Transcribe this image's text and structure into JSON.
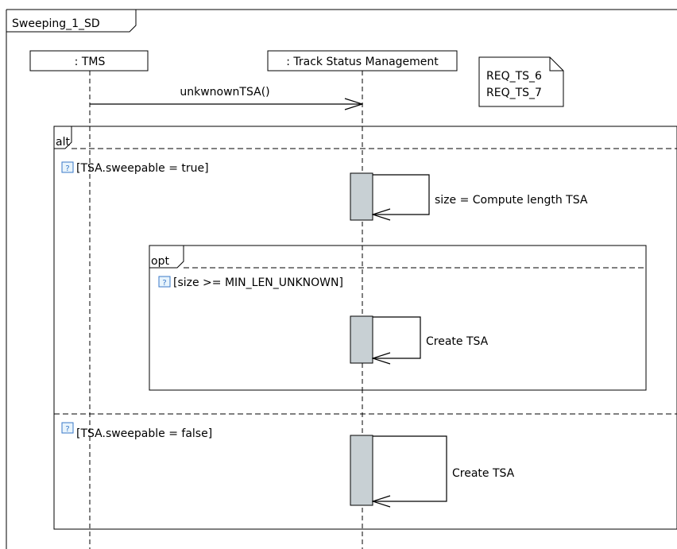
{
  "frame": {
    "title": "Sweeping_1_SD"
  },
  "lifelines": [
    {
      "label": ": TMS"
    },
    {
      "label": ": Track Status Management"
    }
  ],
  "note": {
    "lines": [
      "REQ_TS_6",
      "REQ_TS_7"
    ]
  },
  "message": {
    "label": "unkwnownTSA()"
  },
  "alt": {
    "keyword": "alt",
    "guard1": "[TSA.sweepable = true]",
    "self1_label": "size = Compute length TSA",
    "guard2": "[TSA.sweepable = false]",
    "self3_label": "Create TSA"
  },
  "opt": {
    "keyword": "opt",
    "guard": "[size >= MIN_LEN_UNKNOWN]",
    "self2_label": "Create TSA"
  },
  "colors": {
    "line": "#000000",
    "activation_fill": "#c8d0d4",
    "guard_icon_fill": "#e8f4fc",
    "guard_icon_stroke": "#3a78c8"
  },
  "icons": {
    "guard": "help-icon"
  }
}
